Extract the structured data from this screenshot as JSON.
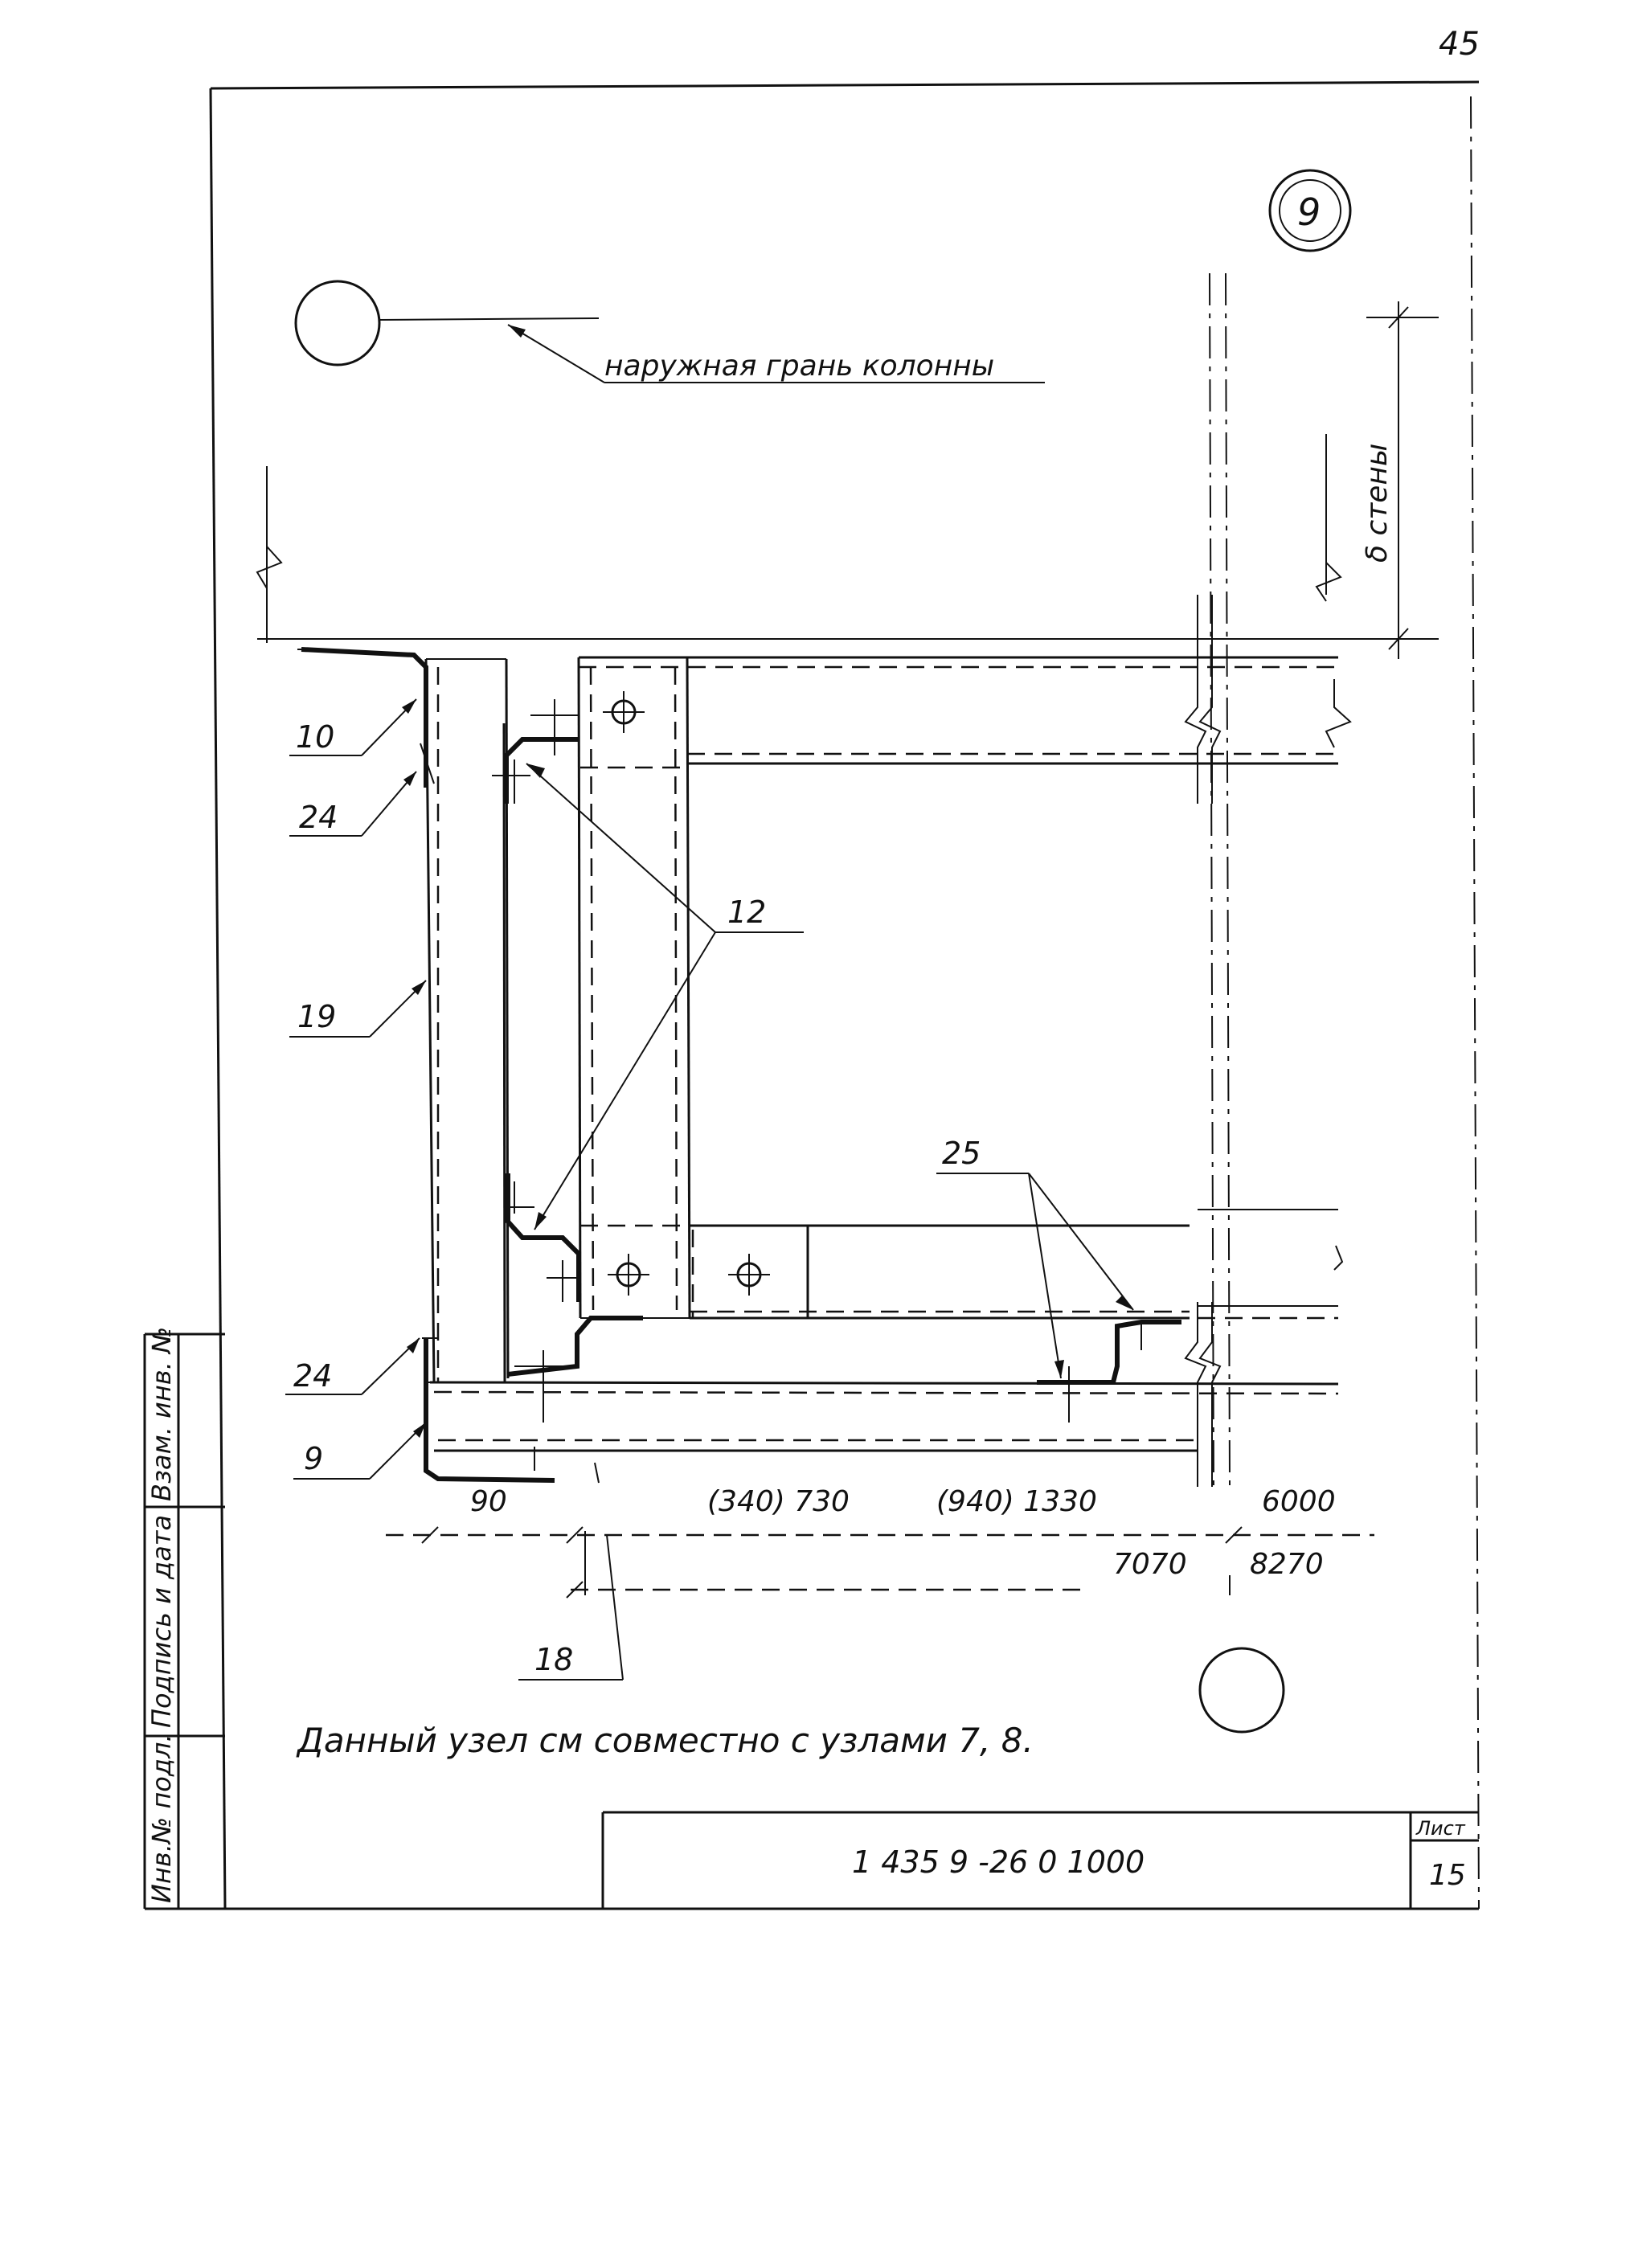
{
  "page_number": "45",
  "node_marker": "9",
  "labels": {
    "outer_face": "наружная грань колонны",
    "wall_thickness": "δ стены"
  },
  "callouts": {
    "c10": "10",
    "c24_top": "24",
    "c19": "19",
    "c12": "12",
    "c25": "25",
    "c24_bottom": "24",
    "c9": "9",
    "c18": "18"
  },
  "dimensions": {
    "d90": "90",
    "d730": "(340) 730",
    "d1330": "(940) 1330",
    "d6000": "6000",
    "d7070": "7070",
    "d8270": "8270"
  },
  "note": "Данный узел см совместно с узлами 7, 8.",
  "side_stamp": {
    "col1": "Инв.№ подл.",
    "col2": "Подпись и дата",
    "col3": "Взам. инв. №"
  },
  "title_block": {
    "code": "1 435 9 -26 0   1000",
    "sheet_label": "Лист",
    "sheet_number": "15"
  }
}
